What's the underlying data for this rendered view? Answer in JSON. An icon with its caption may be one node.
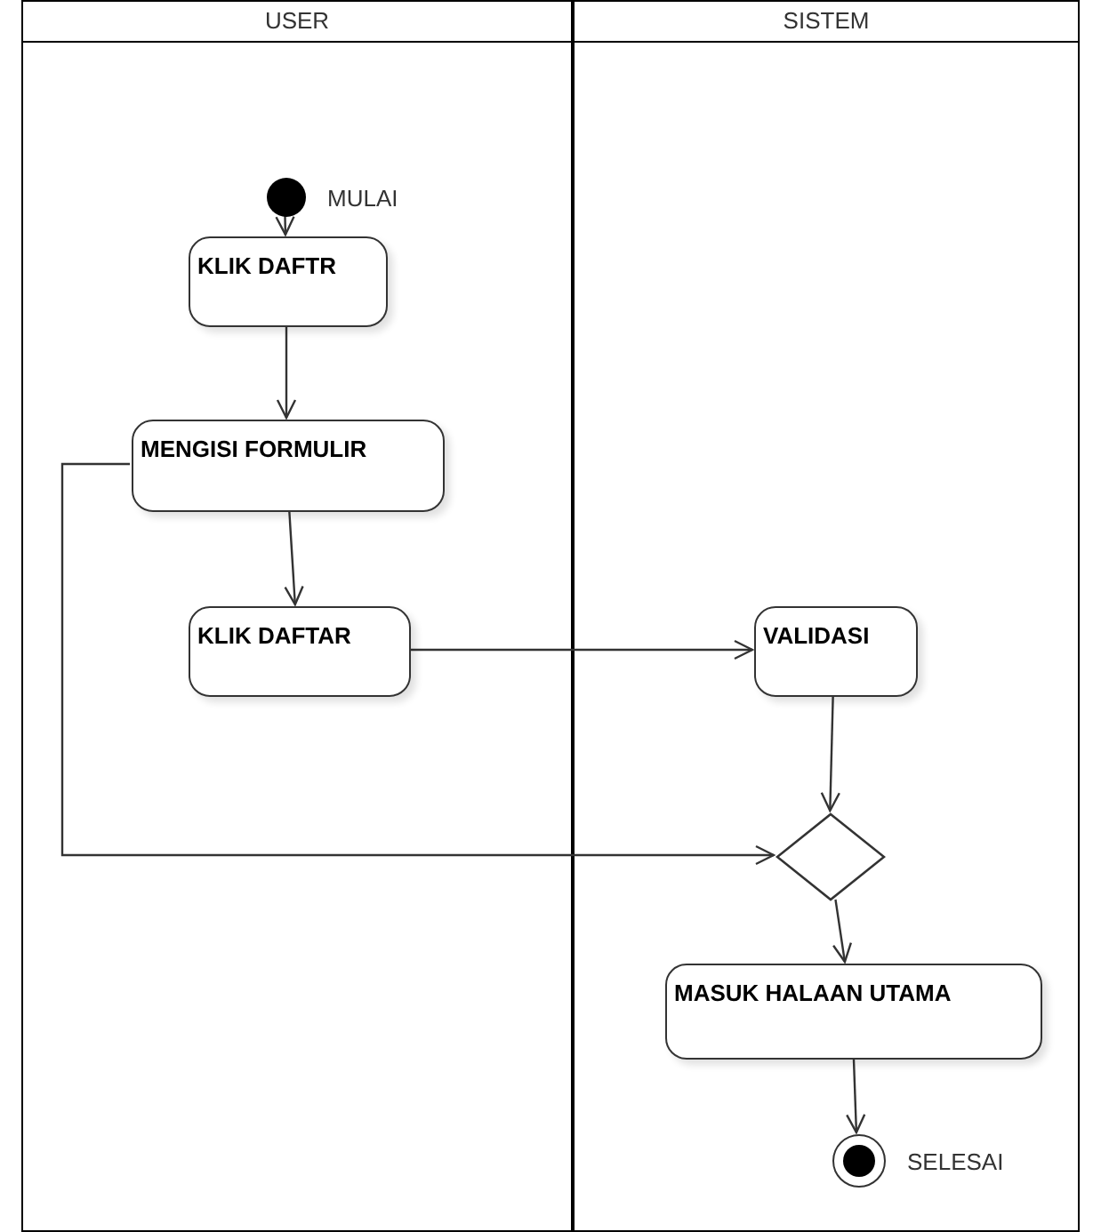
{
  "diagram": {
    "nodes": [
      {
        "text": [
          "USER"
        ]
      },
      {
        "text": [
          "SISTEM"
        ]
      },
      {
        "text": [],
        "shape": "circle",
        "beside": [
          "MULAI"
        ],
        "in": 0
      },
      {
        "text": [
          "KLIK DAFTR"
        ],
        "in": 0
      },
      {
        "text": [
          "MENGISI FORMULIR"
        ],
        "in": 0
      },
      {
        "text": [
          "KLIK DAFTAR"
        ],
        "in": 0
      },
      {
        "text": [
          "VALIDASI"
        ],
        "in": 1
      },
      {
        "text": [],
        "shape": "diamond",
        "in": 1
      },
      {
        "text": [
          "MASUK HALAAN UTAMA"
        ],
        "in": 1
      },
      {
        "text": [],
        "shape": "circle",
        "beside": [
          "SELESAI"
        ],
        "in": 1
      }
    ],
    "edges": [
      {
        "from": 2,
        "to": 3,
        "arrow": "to"
      },
      {
        "from": 3,
        "to": 4,
        "arrow": "to"
      },
      {
        "from": 4,
        "to": 5,
        "arrow": "to"
      },
      {
        "from": 5,
        "to": 6,
        "arrow": "to"
      },
      {
        "from": 6,
        "to": 7,
        "arrow": "to"
      },
      {
        "from": 4,
        "to": 7,
        "arrow": "to"
      },
      {
        "from": 7,
        "to": 8,
        "arrow": "to"
      },
      {
        "from": 8,
        "to": 9,
        "arrow": "to"
      }
    ]
  }
}
